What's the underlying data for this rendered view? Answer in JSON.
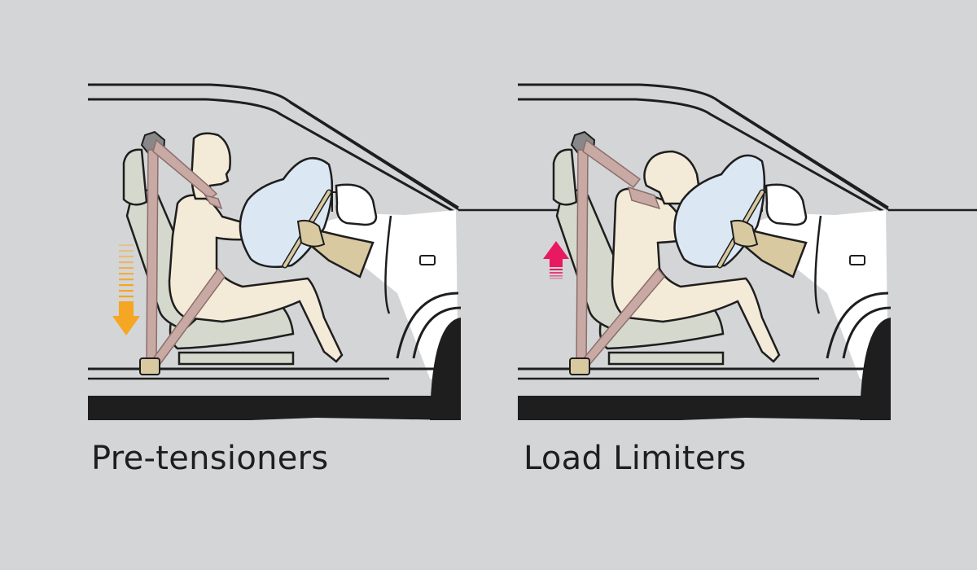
{
  "panels": [
    {
      "id": "left",
      "caption": "Pre-tensioners",
      "arrow": "down",
      "arrow_color": "#f5a623"
    },
    {
      "id": "right",
      "caption": "Load Limiters",
      "arrow": "up",
      "arrow_color": "#e8195f"
    }
  ],
  "colors": {
    "background": "#d4d5d7",
    "outline": "#1e1e1e",
    "body_fill": "#f4ead8",
    "seat_fill": "#d5d8cc",
    "belt_fill": "#c9a9a4",
    "airbag_fill": "#dbe8f3",
    "glove_fill": "#d8c9a1",
    "interior_fill": "#ffffff"
  },
  "icons": [
    "seatbelt-anchor-icon",
    "seatbelt-buckle-icon",
    "downward-arrow-icon",
    "upward-arrow-icon"
  ]
}
